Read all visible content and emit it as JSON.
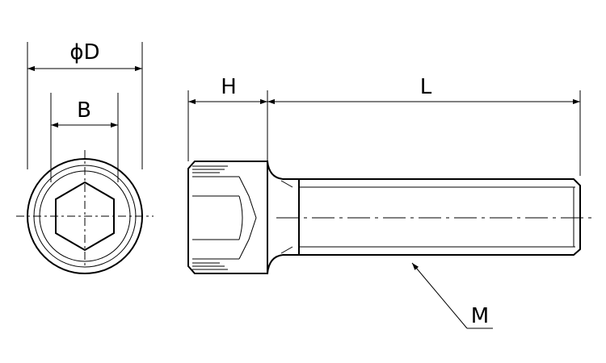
{
  "labels": {
    "phi_d": "ϕD",
    "b": "B",
    "h": "H",
    "l": "L",
    "m": "M"
  }
}
